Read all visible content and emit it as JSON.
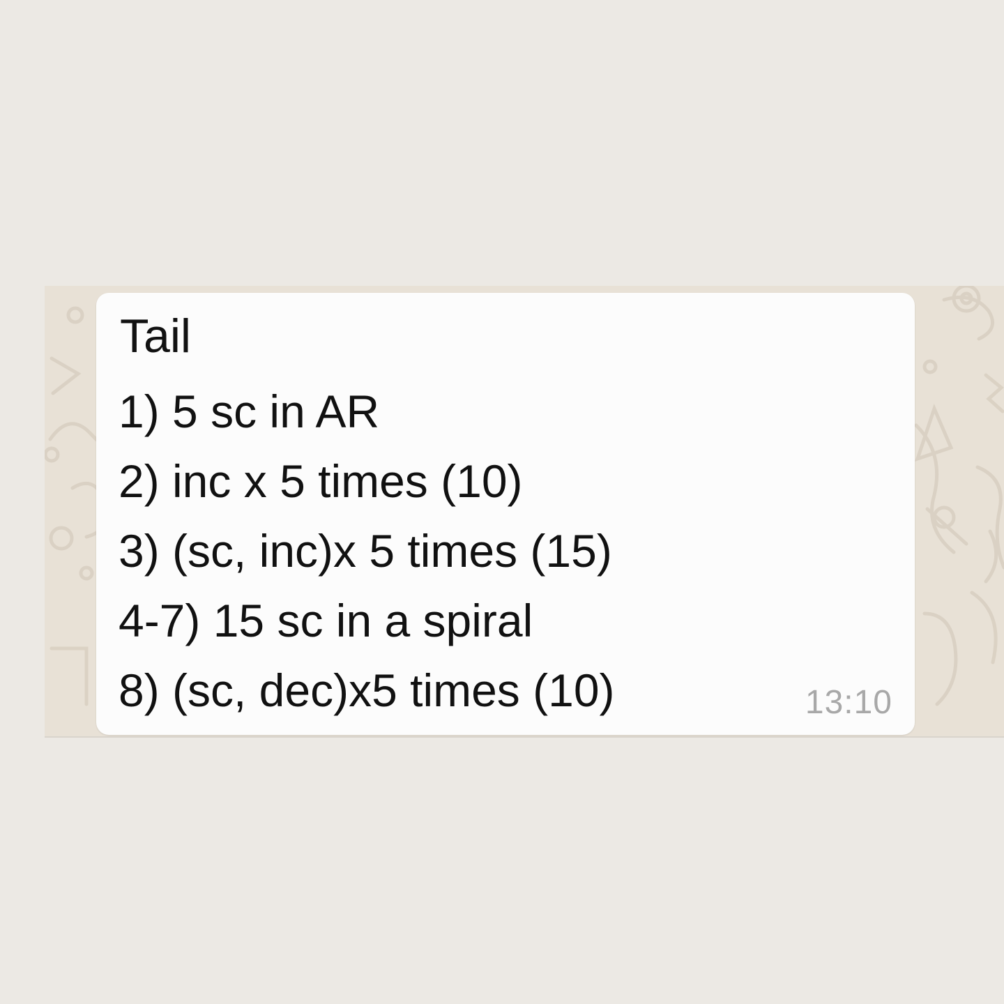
{
  "message": {
    "title": "Tail",
    "lines": [
      "1) 5 sc in AR",
      "2) inc x 5 times (10)",
      "3) (sc, inc)x 5 times (15)",
      "4-7) 15 sc in a spiral",
      "8) (sc, dec)x5 times (10)"
    ],
    "timestamp": "13:10"
  },
  "colors": {
    "page_background": "#ece9e4",
    "chat_wallpaper": "#e8e1d6",
    "bubble_background": "#fcfcfc",
    "text": "#111111",
    "timestamp": "#a8a8a8"
  }
}
